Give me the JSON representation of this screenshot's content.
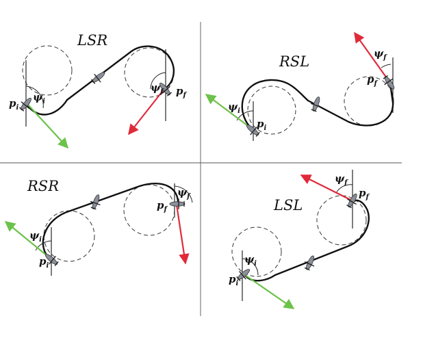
{
  "panels": [
    {
      "title": "LSR",
      "pi": {
        "base": "p",
        "sub": "i"
      },
      "pf": {
        "base": "p",
        "sub": "f"
      },
      "psi_i": {
        "base": "ψ",
        "sub": "i"
      },
      "psi_f": {
        "base": "ψ",
        "sub": "f"
      }
    },
    {
      "title": "RSL",
      "pi": {
        "base": "p",
        "sub": "i"
      },
      "pf": {
        "base": "p",
        "sub": "f"
      },
      "psi_i": {
        "base": "ψ",
        "sub": "i"
      },
      "psi_f": {
        "base": "ψ",
        "sub": "f"
      }
    },
    {
      "title": "RSR",
      "pi": {
        "base": "p",
        "sub": "i"
      },
      "pf": {
        "base": "p",
        "sub": "f"
      },
      "psi_i": {
        "base": "ψ",
        "sub": "i"
      },
      "psi_f": {
        "base": "ψ",
        "sub": "f"
      }
    },
    {
      "title": "LSL",
      "pi": {
        "base": "p",
        "sub": "i"
      },
      "pf": {
        "base": "p",
        "sub": "f"
      },
      "psi_i": {
        "base": "ψ",
        "sub": "i"
      },
      "psi_f": {
        "base": "ψ",
        "sub": "f"
      }
    }
  ],
  "colors": {
    "initial_heading_arrow": "#6cc24a",
    "final_heading_arrow": "#e02a3a",
    "path": "#111111",
    "aircraft": "#8b8f9a"
  },
  "icons": [
    "aircraft-icon"
  ]
}
